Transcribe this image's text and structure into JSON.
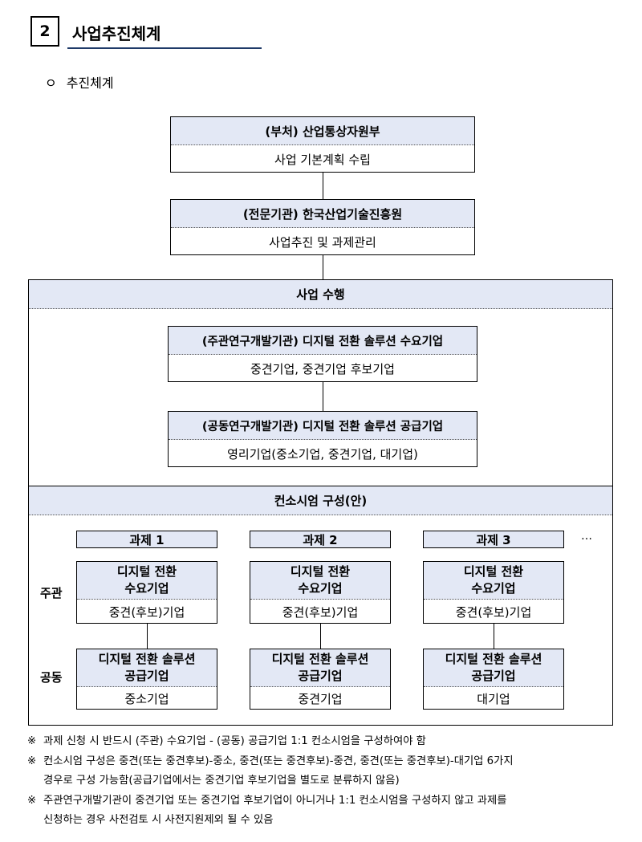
{
  "section": {
    "number": "2",
    "title": "사업추진체계"
  },
  "bullet": {
    "marker": "ㅇ",
    "text": "추진체계"
  },
  "ministry": {
    "header": "(부처) 산업통상자원부",
    "body": "사업 기본계획 수립"
  },
  "agency": {
    "header": "(전문기관) 한국산업기술진흥원",
    "body": "사업추진 및 과제관리"
  },
  "execution": {
    "title": "사업 수행",
    "lead": {
      "header": "(주관연구개발기관) 디지털 전환 솔루션 수요기업",
      "body": "중견기업, 중견기업 후보기업"
    },
    "joint": {
      "header": "(공동연구개발기관) 디지털 전환 솔루션 공급기업",
      "body": "영리기업(중소기업, 중견기업, 대기업)"
    }
  },
  "consortium": {
    "title": "컨소시엄 구성(안)",
    "row_labels": {
      "lead": "주관",
      "joint": "공동"
    },
    "ellipsis": "…",
    "tasks": [
      {
        "title": "과제 1",
        "lead_header_1": "디지털 전환",
        "lead_header_2": "수요기업",
        "lead_body": "중견(후보)기업",
        "joint_header_1": "디지털 전환 솔루션",
        "joint_header_2": "공급기업",
        "joint_body": "중소기업"
      },
      {
        "title": "과제 2",
        "lead_header_1": "디지털 전환",
        "lead_header_2": "수요기업",
        "lead_body": "중견(후보)기업",
        "joint_header_1": "디지털 전환 솔루션",
        "joint_header_2": "공급기업",
        "joint_body": "중견기업"
      },
      {
        "title": "과제 3",
        "lead_header_1": "디지털 전환",
        "lead_header_2": "수요기업",
        "lead_body": "중견(후보)기업",
        "joint_header_1": "디지털 전환 솔루션",
        "joint_header_2": "공급기업",
        "joint_body": "대기업"
      }
    ]
  },
  "notes": {
    "marker": "※",
    "note1": "과제 신청 시 반드시 (주관) 수요기업 - (공동) 공급기업 1:1 컨소시엄을 구성하여야 함",
    "note2_line1": "컨소시엄 구성은 중견(또는 중견후보)-중소, 중견(또는 중견후보)-중견, 중견(또는 중견후보)-대기업 6가지",
    "note2_line2": "경우로 구성 가능함(공급기업에서는 중견기업 후보기업을 별도로 분류하지 않음)",
    "note3_line1": "주관연구개발기관이 중견기업 또는 중견기업 후보기업이 아니거나 1:1 컨소시엄을 구성하지 않고 과제를",
    "note3_line2": "신청하는 경우 사전검토 시 사전지원제외 될 수 있음"
  }
}
